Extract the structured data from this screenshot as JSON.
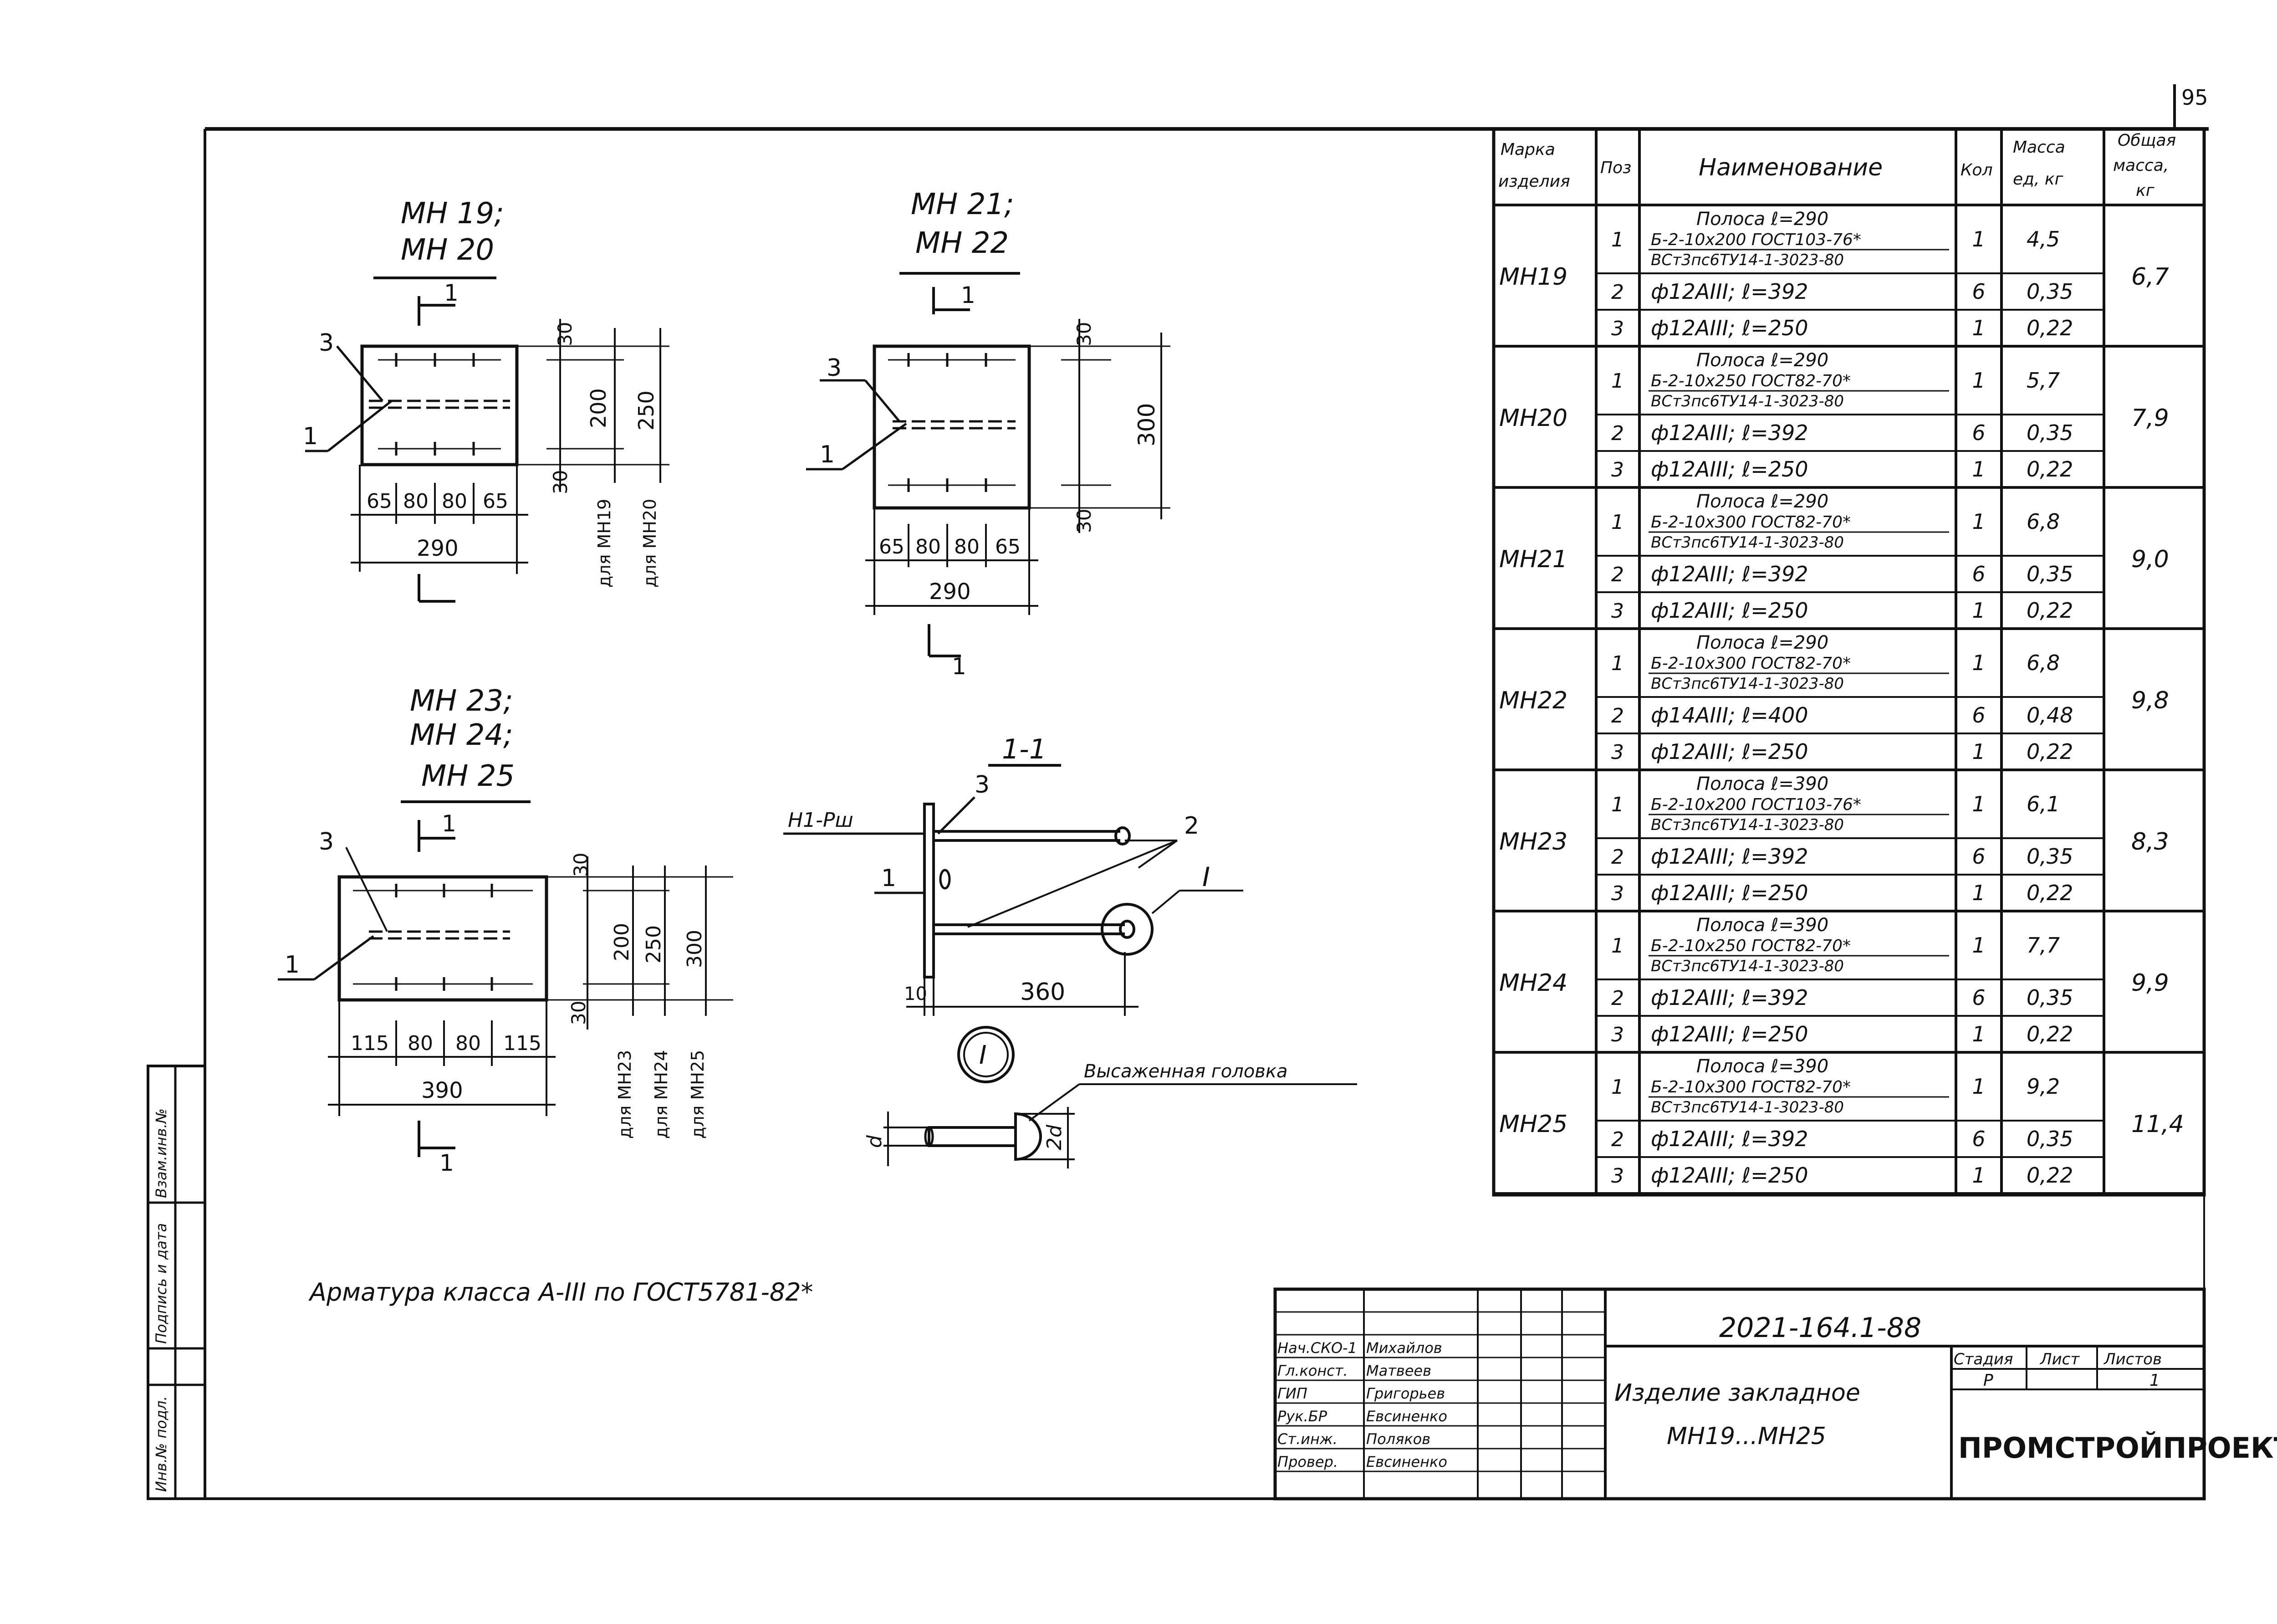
{
  "sheet_number": "95",
  "table": {
    "headers": {
      "mark": [
        "Марка",
        "изделия"
      ],
      "pos": "Поз",
      "name": "Наименование",
      "qty": "Кол",
      "unit_mass": [
        "Масса",
        "ед, кг"
      ],
      "total_mass": [
        "Общая",
        "масса,",
        "кг"
      ]
    },
    "groups": [
      {
        "mark": "МН19",
        "total": "6,7",
        "rows": [
          {
            "pos": "1",
            "name": [
              "Полоса ℓ=290",
              "Б-2-10х200 ГОСТ103-76*",
              "ВСт3пс6ТУ14-1-3023-80"
            ],
            "qty": "1",
            "mass": "4,5"
          },
          {
            "pos": "2",
            "name": [
              "ф12АIII; ℓ=392"
            ],
            "qty": "6",
            "mass": "0,35"
          },
          {
            "pos": "3",
            "name": [
              "ф12АIII; ℓ=250"
            ],
            "qty": "1",
            "mass": "0,22"
          }
        ]
      },
      {
        "mark": "МН20",
        "total": "7,9",
        "rows": [
          {
            "pos": "1",
            "name": [
              "Полоса ℓ=290",
              "Б-2-10х250 ГОСТ82-70*",
              "ВСт3пс6ТУ14-1-3023-80"
            ],
            "qty": "1",
            "mass": "5,7"
          },
          {
            "pos": "2",
            "name": [
              "ф12АIII; ℓ=392"
            ],
            "qty": "6",
            "mass": "0,35"
          },
          {
            "pos": "3",
            "name": [
              "ф12АIII; ℓ=250"
            ],
            "qty": "1",
            "mass": "0,22"
          }
        ]
      },
      {
        "mark": "МН21",
        "total": "9,0",
        "rows": [
          {
            "pos": "1",
            "name": [
              "Полоса ℓ=290",
              "Б-2-10х300 ГОСТ82-70*",
              "ВСт3пс6ТУ14-1-3023-80"
            ],
            "qty": "1",
            "mass": "6,8"
          },
          {
            "pos": "2",
            "name": [
              "ф12АIII; ℓ=392"
            ],
            "qty": "6",
            "mass": "0,35"
          },
          {
            "pos": "3",
            "name": [
              "ф12АIII; ℓ=250"
            ],
            "qty": "1",
            "mass": "0,22"
          }
        ]
      },
      {
        "mark": "МН22",
        "total": "9,8",
        "rows": [
          {
            "pos": "1",
            "name": [
              "Полоса ℓ=290",
              "Б-2-10х300 ГОСТ82-70*",
              "ВСт3пс6ТУ14-1-3023-80"
            ],
            "qty": "1",
            "mass": "6,8"
          },
          {
            "pos": "2",
            "name": [
              "ф14АIII; ℓ=400"
            ],
            "qty": "6",
            "mass": "0,48"
          },
          {
            "pos": "3",
            "name": [
              "ф12АIII; ℓ=250"
            ],
            "qty": "1",
            "mass": "0,22"
          }
        ]
      },
      {
        "mark": "МН23",
        "total": "8,3",
        "rows": [
          {
            "pos": "1",
            "name": [
              "Полоса ℓ=390",
              "Б-2-10х200 ГОСТ103-76*",
              "ВСт3пс6ТУ14-1-3023-80"
            ],
            "qty": "1",
            "mass": "6,1"
          },
          {
            "pos": "2",
            "name": [
              "ф12АIII; ℓ=392"
            ],
            "qty": "6",
            "mass": "0,35"
          },
          {
            "pos": "3",
            "name": [
              "ф12АIII; ℓ=250"
            ],
            "qty": "1",
            "mass": "0,22"
          }
        ]
      },
      {
        "mark": "МН24",
        "total": "9,9",
        "rows": [
          {
            "pos": "1",
            "name": [
              "Полоса ℓ=390",
              "Б-2-10х250 ГОСТ82-70*",
              "ВСт3пс6ТУ14-1-3023-80"
            ],
            "qty": "1",
            "mass": "7,7"
          },
          {
            "pos": "2",
            "name": [
              "ф12АIII; ℓ=392"
            ],
            "qty": "6",
            "mass": "0,35"
          },
          {
            "pos": "3",
            "name": [
              "ф12АIII; ℓ=250"
            ],
            "qty": "1",
            "mass": "0,22"
          }
        ]
      },
      {
        "mark": "МН25",
        "total": "11,4",
        "rows": [
          {
            "pos": "1",
            "name": [
              "Полоса ℓ=390",
              "Б-2-10х300 ГОСТ82-70*",
              "ВСт3пс6ТУ14-1-3023-80"
            ],
            "qty": "1",
            "mass": "9,2"
          },
          {
            "pos": "2",
            "name": [
              "ф12АIII; ℓ=392"
            ],
            "qty": "6",
            "mass": "0,35"
          },
          {
            "pos": "3",
            "name": [
              "ф12АIII; ℓ=250"
            ],
            "qty": "1",
            "mass": "0,22"
          }
        ]
      }
    ]
  },
  "drawings": {
    "d1": {
      "title": [
        "МН 19;",
        "МН 20"
      ],
      "pos3": "3",
      "pos1": "1",
      "section": "1",
      "dims_bottom": [
        "65",
        "80",
        "80",
        "65"
      ],
      "total": "290",
      "dims_side": [
        "30",
        "200",
        "30",
        "250"
      ],
      "notes": [
        "для МН19",
        "для МН20"
      ]
    },
    "d2": {
      "title": [
        "МН 21;",
        "МН 22"
      ],
      "pos3": "3",
      "pos1": "1",
      "section": "1",
      "dims_bottom": [
        "65",
        "80",
        "80",
        "65"
      ],
      "total": "290",
      "dims_side": [
        "30",
        "300",
        "30"
      ]
    },
    "d3": {
      "title": [
        "МН 23;",
        "МН 24;",
        "МН 25"
      ],
      "pos3": "3",
      "pos1": "1",
      "section": "1",
      "dims_bottom": [
        "115",
        "80",
        "80",
        "115"
      ],
      "total": "390",
      "dims_side": [
        "30",
        "200",
        "30",
        "250",
        "300"
      ],
      "notes": [
        "для МН23",
        "для МН24",
        "для МН25"
      ]
    },
    "section": {
      "title": "1-1",
      "weld": "Н1-Рш",
      "pos3": "3",
      "pos1": "1",
      "pos2": "2",
      "callout": "I",
      "thickness": "10",
      "length": "360"
    },
    "detail": {
      "label": "I",
      "note": "Высаженная головка",
      "dim_d": "d",
      "dim_2d": "2d"
    }
  },
  "note": "Арматура класса А-III по ГОСТ5781-82*",
  "title_block": {
    "code": "2021-164.1-88",
    "name": "Изделие закладное",
    "range": "МН19...МН25",
    "stage_label": "Стадия",
    "sheet_label": "Лист",
    "sheets_label": "Листов",
    "stage": "Р",
    "sheets": "1",
    "org": "ПРОМСТРОЙПРОЕКТ",
    "people": [
      {
        "role": "Нач.СКО-1",
        "name": "Михайлов"
      },
      {
        "role": "Гл.конст.",
        "name": "Матвеев"
      },
      {
        "role": "ГИП",
        "name": "Григорьев"
      },
      {
        "role": "Рук.БР",
        "name": "Евсиненко"
      },
      {
        "role": "Ст.инж.",
        "name": "Поляков"
      },
      {
        "role": "Провер.",
        "name": "Евсиненко"
      }
    ]
  },
  "side_stamp": [
    "Инв.№ подл.",
    "Подпись и дата",
    "Взам.инв.№"
  ]
}
